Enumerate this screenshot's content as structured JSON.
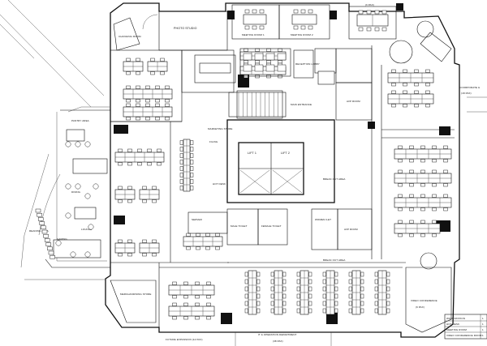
{
  "plan": {
    "labels": {
      "photo_studio": "PHOTO STUDIO",
      "meeting_room_1": "MEETING ROOM 1",
      "meeting_room_2": "MEETING ROOM 2",
      "top_pax": "(6 PAX)",
      "pantry_area": "PANTRY AREA",
      "changing_room": "CHANGING ROOM",
      "reception_lobby": "RECEPTION LOBBY",
      "main_entrance": "MAIN ENTRANCE",
      "avp_room": "AVP ROOM",
      "hod_room": "HOD ROOM",
      "coorporate": "COORPORATE &",
      "coorporate_pax": "(18 PAX)",
      "marketing_store": "MARKETING STORE",
      "filing": "FILING",
      "hot_desk": "HOT DESK",
      "lift_1": "LIFT 1",
      "lift_2": "LIFT 2",
      "breakout_area_top": "BREAK OUT AREA",
      "breakout_area_bottom": "BREAK OUT AREA",
      "server": "SERVER",
      "male_toilet": "MALE TOILET",
      "female_toilet": "FEMALE TOILET",
      "women_ilet": "WOMEN ILET",
      "dining": "DINING",
      "lounge": "LOUNGE",
      "gaming": "GAMING",
      "reading_area": "READING AREA",
      "merchandising_store": "MERCHANDISING STORE",
      "future_expansion": "FUTURE EXPANSION (12 PAX)",
      "it_operation": "IT & OPERATION DEPARTMENT",
      "it_pax": "(38 PAX)",
      "video_conference": "VIDEO CONFERENCE",
      "vc_pax": "(6 PAX)"
    },
    "legend": {
      "rows": [
        {
          "label": "WORKSTATION",
          "value": "1"
        },
        {
          "label": "HOT DESK",
          "value": "1"
        },
        {
          "label": "MEETING ROOM",
          "value": "1"
        },
        {
          "label": "VIDEO CONFERENCE ROOM",
          "value": "1"
        }
      ]
    }
  }
}
